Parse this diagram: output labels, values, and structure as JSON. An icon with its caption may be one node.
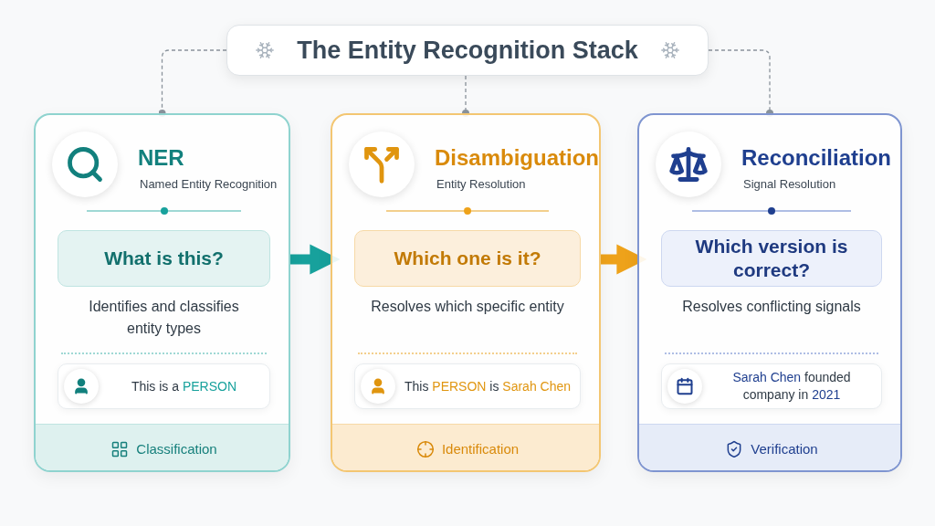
{
  "diagram": {
    "nodes": [
      {
        "text": [
          "The Entity Recognition Stack"
        ]
      },
      {
        "text": [
          "NER",
          "Named Entity Recognition",
          "Identifies and classifies entity types"
        ]
      },
      {
        "text": [
          "What is this?"
        ],
        "in": 1
      },
      {
        "text": [
          "This is a **PERSON**"
        ],
        "in": 1
      },
      {
        "text": [
          "Classification"
        ],
        "in": 1
      },
      {
        "text": [
          "Disambiguation",
          "Entity Resolution",
          "Resolves which specific entity"
        ]
      },
      {
        "text": [
          "Which one is it?"
        ],
        "in": 5
      },
      {
        "text": [
          "This **PERSON** is **Sarah Chen**"
        ],
        "in": 5
      },
      {
        "text": [
          "Identification"
        ],
        "in": 5
      },
      {
        "text": [
          "Reconciliation",
          "Signal Resolution",
          "Resolves conflicting signals"
        ]
      },
      {
        "text": [
          "Which version is correct?"
        ],
        "in": 9
      },
      {
        "text": [
          "**Sarah Chen** founded company in **2021**"
        ],
        "in": 9
      },
      {
        "text": [
          "Verification"
        ],
        "in": 9
      }
    ],
    "edges": [
      {
        "from": 0,
        "to": 1,
        "arrow": "other",
        "style": "dashed"
      },
      {
        "from": 0,
        "to": 5,
        "arrow": "other",
        "style": "dashed"
      },
      {
        "from": 0,
        "to": 9,
        "arrow": "other",
        "style": "dashed"
      },
      {
        "from": 1,
        "to": 5,
        "arrow": "to",
        "style": "thick",
        "color": "#17a19c"
      },
      {
        "from": 5,
        "to": 9,
        "arrow": "to",
        "style": "thick",
        "color": "#eea21a"
      }
    ]
  }
}
